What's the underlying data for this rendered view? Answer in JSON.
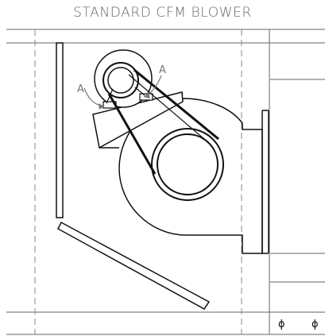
{
  "title": "STANDARD CFM BLOWER",
  "callouts": {
    "left_label": "A",
    "right_label": "A"
  },
  "symbols": {
    "left_phi": "ϕ",
    "right_phi": "ϕ"
  },
  "colors": {
    "line_dark": "#111111",
    "line_gray": "#666666",
    "line_light": "#888888"
  }
}
